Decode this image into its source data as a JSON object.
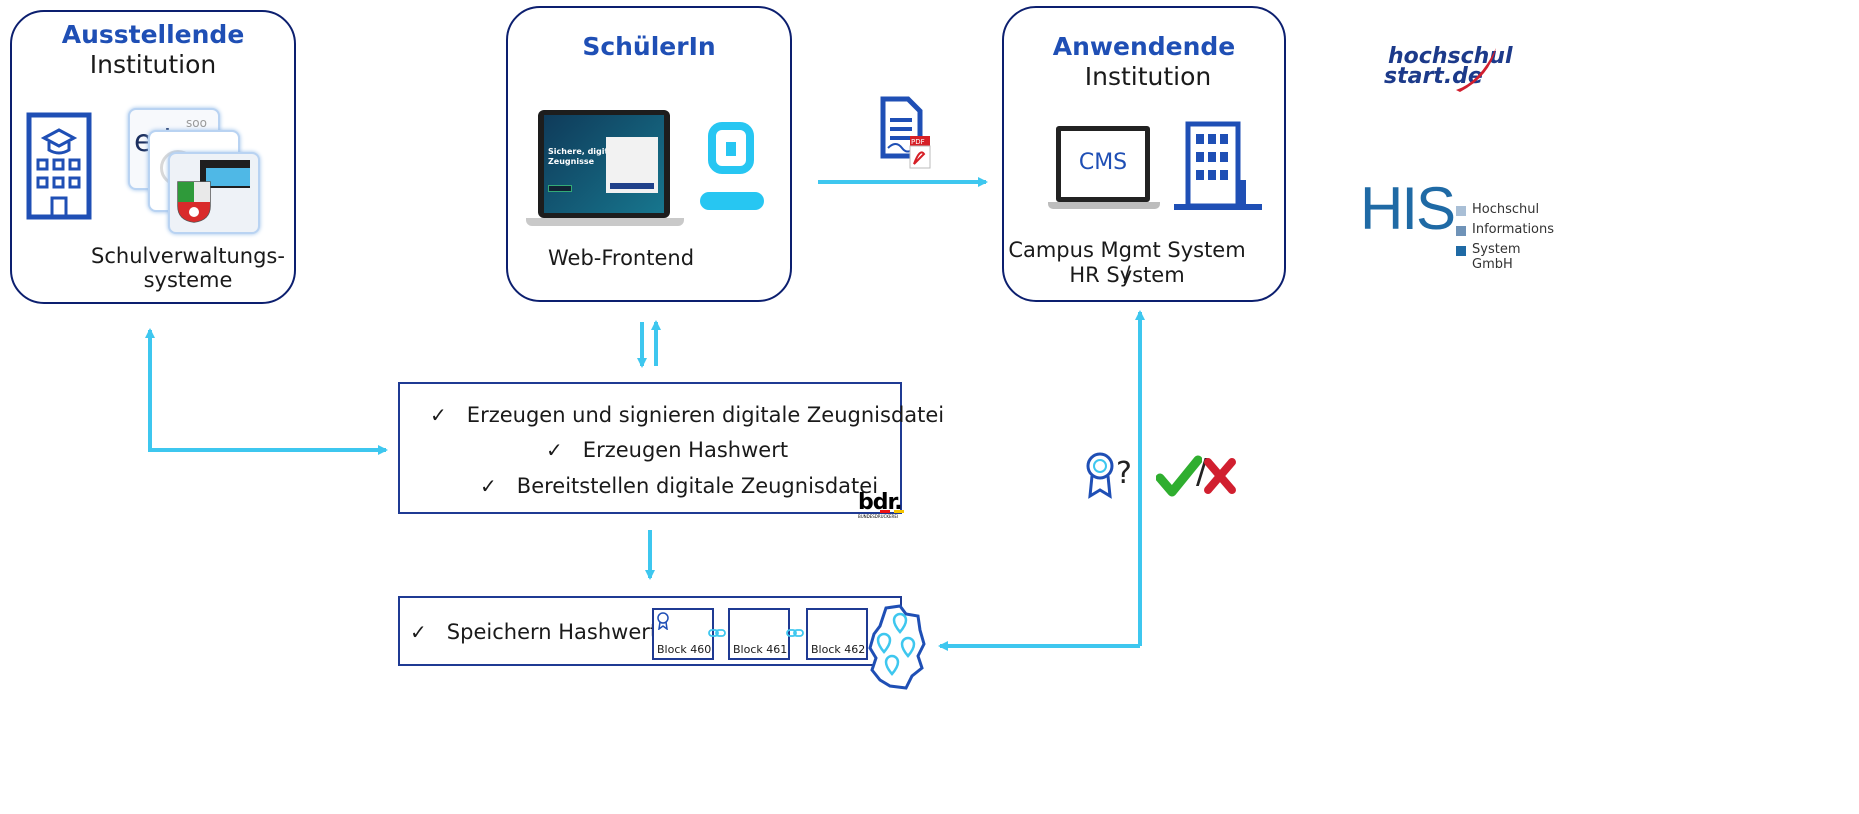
{
  "issuer": {
    "title": "Ausstellende",
    "subtitle": "Institution",
    "label_line1": "Schulverwaltungs-",
    "label_line2": "systeme",
    "logo_text": "ed",
    "logo_text2": "soo"
  },
  "student": {
    "title": "SchülerIn",
    "label": "Web-Frontend",
    "screen_headline_1": "Sichere, digitale",
    "screen_headline_2": "Zeugnisse"
  },
  "receiver": {
    "title": "Anwendende",
    "subtitle": "Institution",
    "screen_text": "CMS",
    "label_line1": "Campus Mgmt System /",
    "label_line2": "HR System"
  },
  "process": {
    "tasks": [
      "Erzeugen und signieren digitale Zeugnisdatei",
      "Erzeugen Hashwert",
      "Bereitstellen digitale Zeugnisdatei"
    ],
    "check_glyph": "✓",
    "bdr_logo": "bdr.",
    "bdr_caption": "BUNDESDRUCKEREI"
  },
  "storage": {
    "task": "Speichern Hashwert",
    "blocks": [
      "Block 460",
      "Block 461",
      "Block 462"
    ]
  },
  "verify": {
    "question_mark": "?",
    "slash": "/"
  },
  "logos": {
    "hochschulstart_line1": "hochschul",
    "hochschulstart_line2": "start.de",
    "his_big": "HIS",
    "his_lines": [
      "Hochschul",
      "Informations",
      "System GmbH"
    ]
  },
  "colors": {
    "arrow": "#3ec7ef",
    "accent_blue": "#1f4fb5",
    "box_border": "#0c1f6f",
    "cyan_icon": "#27c6f2",
    "check_green": "#2fae2f",
    "cross_red": "#d11f2f"
  }
}
